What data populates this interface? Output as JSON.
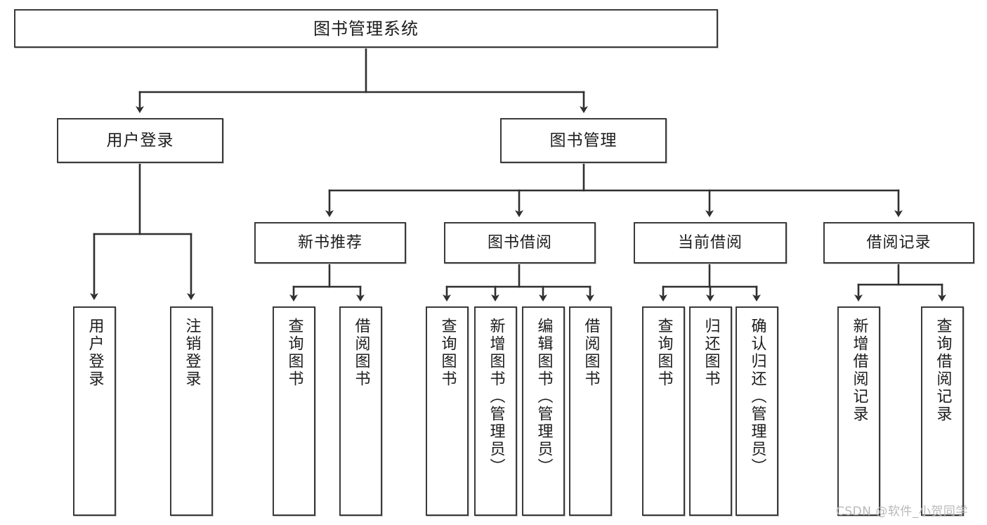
{
  "diagram": {
    "title": "图书管理系统",
    "type": "tree",
    "root": {
      "id": "root",
      "label": "图书管理系统"
    },
    "level2": [
      {
        "id": "user-login",
        "label": "用户登录"
      },
      {
        "id": "book-manage",
        "label": "图书管理"
      }
    ],
    "level3": [
      {
        "id": "new-book-rec",
        "label": "新书推荐",
        "parent": "book-manage"
      },
      {
        "id": "book-borrow",
        "label": "图书借阅",
        "parent": "book-manage"
      },
      {
        "id": "current-borrow",
        "label": "当前借阅",
        "parent": "book-manage"
      },
      {
        "id": "borrow-record",
        "label": "借阅记录",
        "parent": "book-manage"
      }
    ],
    "leaves": [
      {
        "id": "leaf-user-login",
        "label": "用户登录",
        "parent": "user-login"
      },
      {
        "id": "leaf-logout",
        "label": "注销登录",
        "parent": "user-login"
      },
      {
        "id": "leaf-query-book-1",
        "label": "查询图书",
        "parent": "new-book-rec"
      },
      {
        "id": "leaf-borrow-book-1",
        "label": "借阅图书",
        "parent": "new-book-rec"
      },
      {
        "id": "leaf-query-book-2",
        "label": "查询图书",
        "parent": "book-borrow"
      },
      {
        "id": "leaf-add-book",
        "label": "新增图书（管理员）",
        "parent": "book-borrow"
      },
      {
        "id": "leaf-edit-book",
        "label": "编辑图书（管理员）",
        "parent": "book-borrow"
      },
      {
        "id": "leaf-borrow-book-2",
        "label": "借阅图书",
        "parent": "book-borrow"
      },
      {
        "id": "leaf-query-book-3",
        "label": "查询图书",
        "parent": "current-borrow"
      },
      {
        "id": "leaf-return-book",
        "label": "归还图书",
        "parent": "current-borrow"
      },
      {
        "id": "leaf-confirm-return",
        "label": "确认归还（管理员）",
        "parent": "current-borrow"
      },
      {
        "id": "leaf-add-record",
        "label": "新增借阅记录",
        "parent": "borrow-record"
      },
      {
        "id": "leaf-query-record",
        "label": "查询借阅记录",
        "parent": "borrow-record"
      }
    ],
    "colors": {
      "stroke": "#3a3a3a",
      "fill": "#ffffff",
      "text": "#1d1d1d",
      "watermark": "#b9b9b9"
    }
  },
  "watermark": {
    "text": "CSDN @软件_小贺同学"
  }
}
